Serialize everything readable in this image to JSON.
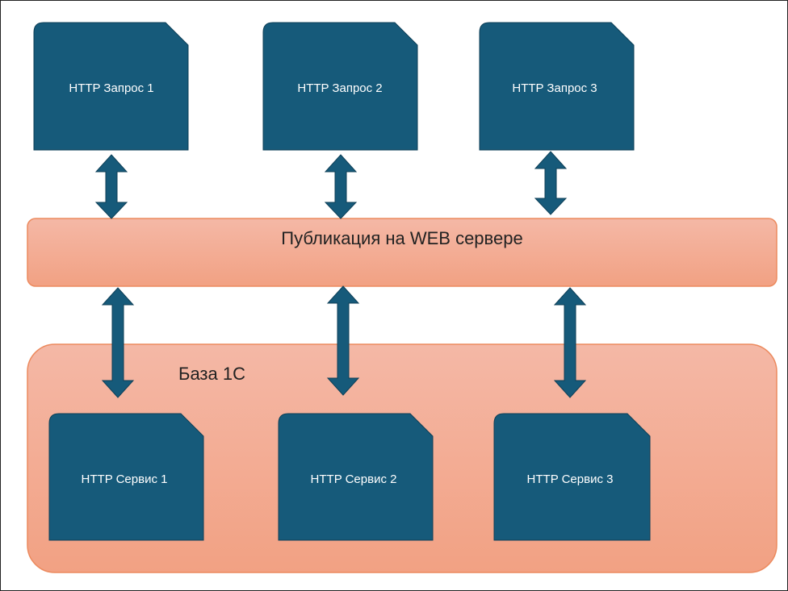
{
  "colors": {
    "node_fill": "#165A7A",
    "node_stroke": "#0d3f57",
    "layer_fill_top": "#f4b8a6",
    "layer_fill_bottom": "#f2a183",
    "layer_stroke": "#ec8a5e",
    "arrow_fill": "#165A7A"
  },
  "requests": [
    {
      "label": "HTTP Запрос 1"
    },
    {
      "label": "HTTP Запрос 2"
    },
    {
      "label": "HTTP Запрос 3"
    }
  ],
  "web_server": {
    "label": "Публикация на WEB сервере"
  },
  "base": {
    "label": "База 1С"
  },
  "services": [
    {
      "label": "HTTP Сервис 1"
    },
    {
      "label": "HTTP Сервис 2"
    },
    {
      "label": "HTTP Сервис 3"
    }
  ]
}
